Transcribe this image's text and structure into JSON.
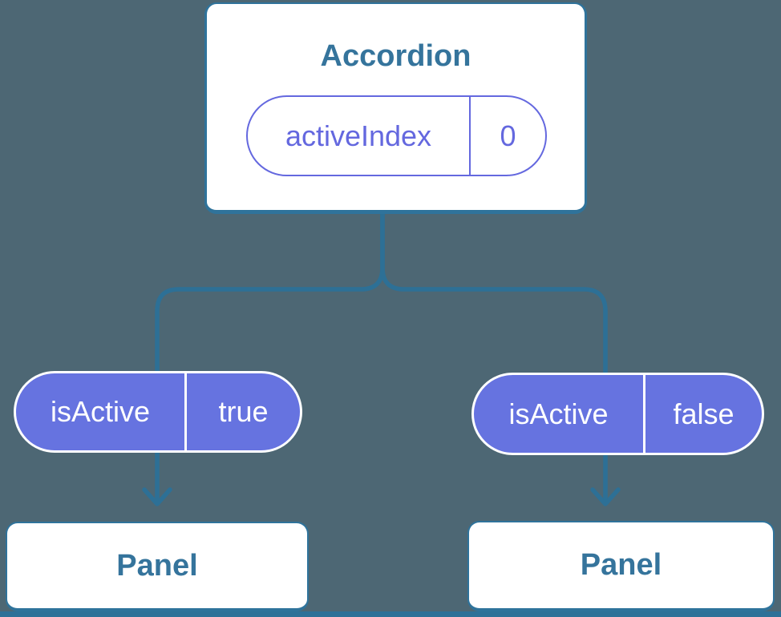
{
  "diagram": {
    "parent": {
      "title": "Accordion",
      "state_name": "activeIndex",
      "state_value": "0"
    },
    "branches": [
      {
        "prop_name": "isActive",
        "prop_value": "true",
        "child_title": "Panel"
      },
      {
        "prop_name": "isActive",
        "prop_value": "false",
        "child_title": "Panel"
      }
    ]
  },
  "colors": {
    "background": "#4D6774",
    "connector_line": "#2D7096",
    "card_border": "#2F739B",
    "card_text": "#35749C",
    "card_background": "#FFFFFF",
    "state_pill_accent": "#6468DF",
    "prop_pill_fill": "#6673E0",
    "prop_pill_text": "#FFFFFF",
    "bottom_bar": "#2E7198"
  }
}
